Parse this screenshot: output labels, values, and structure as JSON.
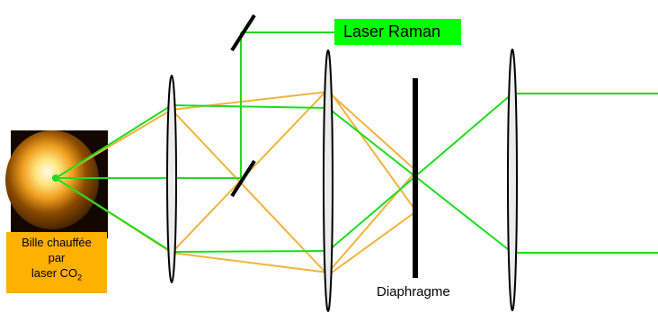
{
  "labels": {
    "laser": "Laser Raman",
    "sample_line1": "Bille chauffée",
    "sample_line2": "par",
    "sample_line3_main": "laser  CO",
    "sample_line3_sub": "2",
    "diaphragm": "Diaphragme"
  },
  "colors": {
    "laser_beam": "#1edc1e",
    "collection_rays": "#f0b43c",
    "laser_box": "#00ff00",
    "sample_box": "#ffb000",
    "optics_stroke": "#000000",
    "lens_fill": "#ececec"
  }
}
